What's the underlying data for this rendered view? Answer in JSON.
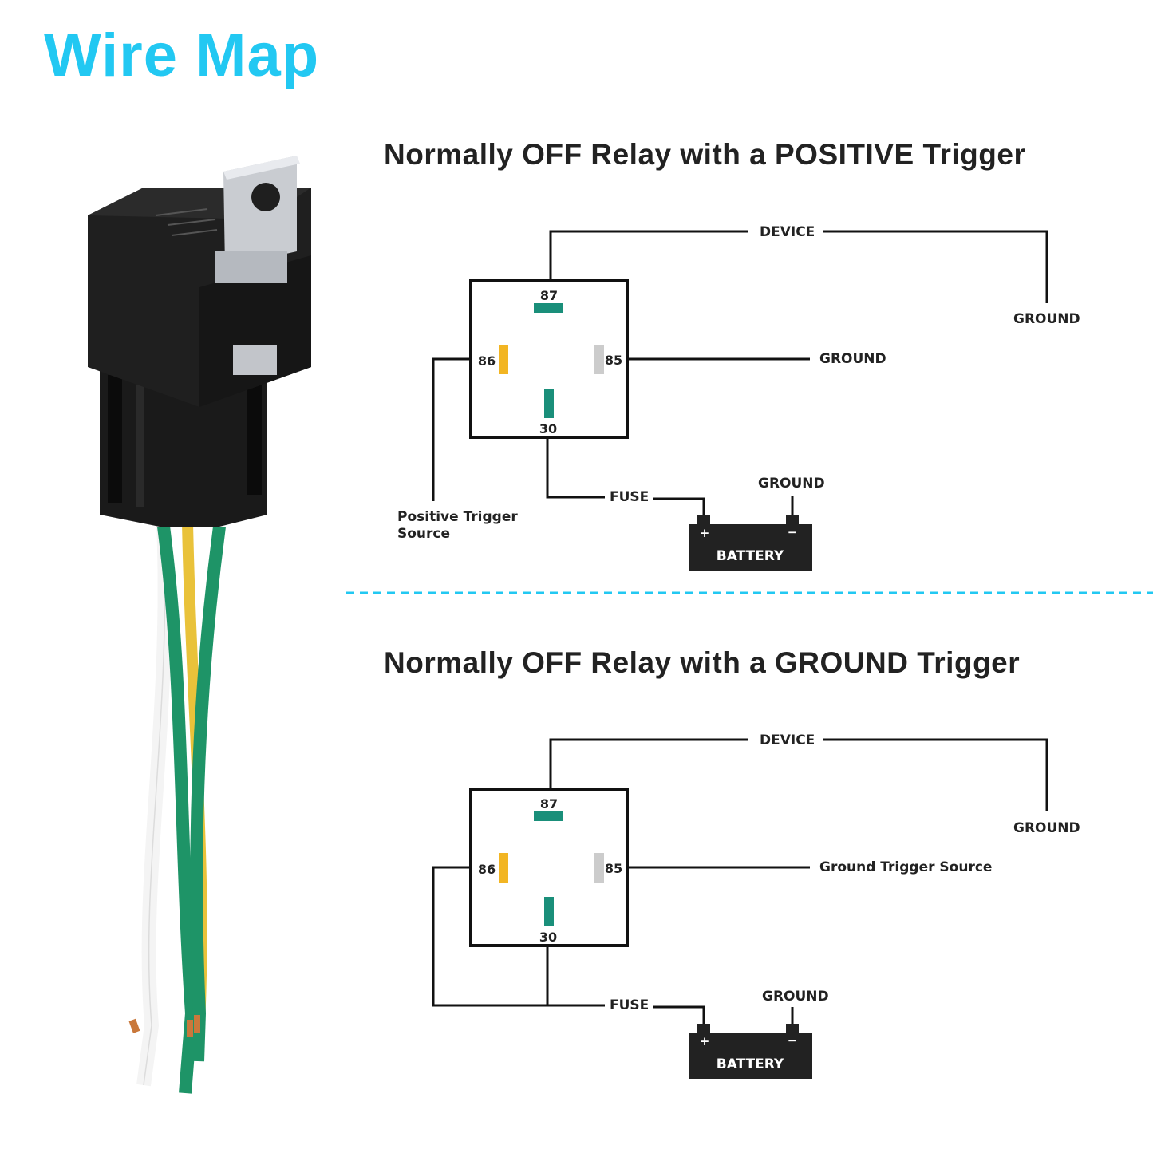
{
  "title": "Wire Map",
  "colors": {
    "title": "#22c8f2",
    "divider": "#22c8f2",
    "pin_87": "#1a8f7a",
    "pin_30": "#1a8f7a",
    "pin_86": "#f2b523",
    "pin_85": "#cccccc",
    "battery": "#222222"
  },
  "product_image": {
    "icon": "relay-with-wire-harness-icon"
  },
  "diagrams": [
    {
      "heading": "Normally OFF Relay with a POSITIVE Trigger",
      "pins": {
        "p87": "87",
        "p86": "86",
        "p85": "85",
        "p30": "30"
      },
      "labels": {
        "device": "DEVICE",
        "device_ground": "GROUND",
        "pin85_target": "GROUND",
        "pin86_source": "Positive Trigger Source",
        "fuse": "FUSE",
        "battery_ground": "GROUND",
        "battery": "BATTERY",
        "plus": "+",
        "minus": "−"
      }
    },
    {
      "heading": "Normally OFF Relay with a GROUND Trigger",
      "pins": {
        "p87": "87",
        "p86": "86",
        "p85": "85",
        "p30": "30"
      },
      "labels": {
        "device": "DEVICE",
        "device_ground": "GROUND",
        "pin85_target": "Ground Trigger Source",
        "fuse": "FUSE",
        "battery_ground": "GROUND",
        "battery": "BATTERY",
        "plus": "+",
        "minus": "−"
      }
    }
  ]
}
